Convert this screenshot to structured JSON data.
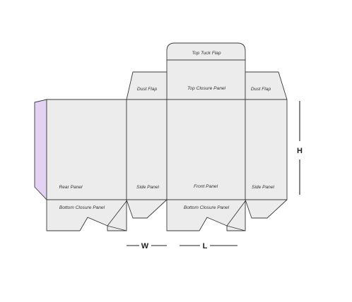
{
  "panels": {
    "top_tuck_flap": "Top Tuck Flap",
    "dust_flap_left": "Dust Flap",
    "top_closure_panel": "Top Closure Panel",
    "dust_flap_right": "Dust Flap",
    "rear_panel": "Rear Panel",
    "side_panel_left": "Side Panel",
    "front_panel": "Front Panel",
    "side_panel_right": "Side Panel",
    "bottom_closure_panel_left": "Bottom Closure Panel",
    "bottom_closure_panel_right": "Bottom Closure Panel"
  },
  "dimensions": {
    "width": "W",
    "length": "L",
    "height": "H"
  },
  "colors": {
    "panel_fill": "#ececec",
    "glue_flap_fill": "#e3d2f3",
    "outline": "#3a3a3a"
  }
}
